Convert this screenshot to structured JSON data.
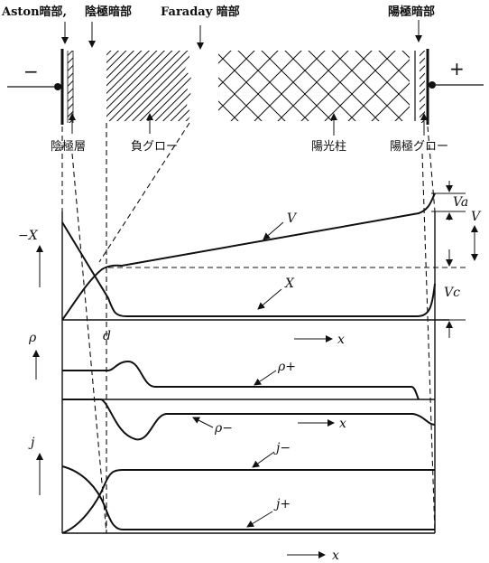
{
  "top_labels": {
    "aston_dark_space": "Aston暗部,",
    "cathode_dark_space": "陰極暗部",
    "faraday_dark_space": "Faraday 暗部",
    "anode_dark_space": "陽極暗部",
    "minus_sign": "−",
    "plus_sign": "+"
  },
  "bottom_labels": {
    "cathode_layer": "陰極層",
    "negative_glow": "負グロー",
    "positive_column": "陽光柱",
    "anode_glow": "陽極グロー"
  },
  "panel1": {
    "axis_label": "−X",
    "curve_v_label": "V",
    "curve_x_label": "X",
    "va_label": "Va",
    "v_label": "V",
    "vc_label": "Vc",
    "d_label": "d",
    "x_axis_label": "x"
  },
  "panel2": {
    "axis_label": "ρ",
    "rho_plus_label": "ρ+",
    "rho_minus_label": "ρ−",
    "x_axis_label": "x"
  },
  "panel3": {
    "axis_label": "j",
    "j_minus_label": "j−",
    "j_plus_label": "j+",
    "x_axis_label": "x"
  }
}
